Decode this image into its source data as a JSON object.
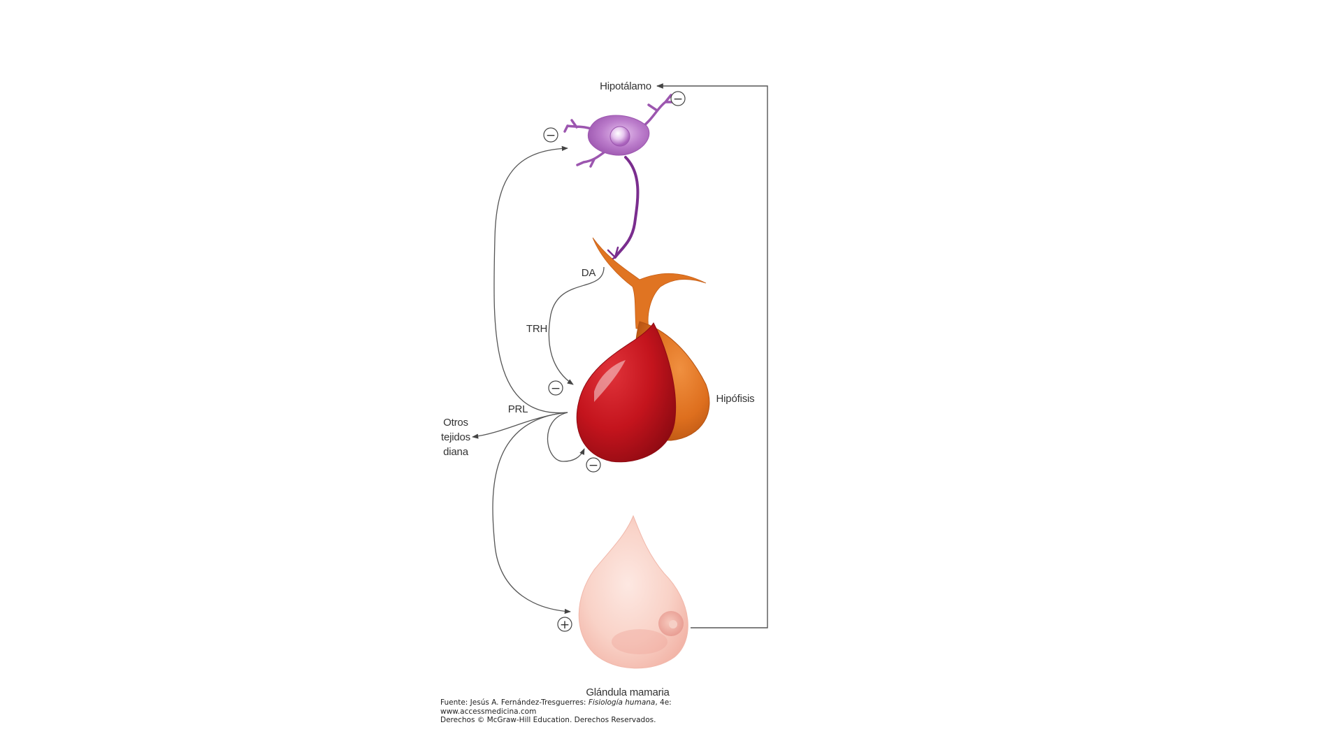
{
  "labels": {
    "hypothalamus": "Hipotálamo",
    "dopamine": "DA",
    "trh": "TRH",
    "prl": "PRL",
    "other_targets": [
      "Otros",
      "tejidos",
      "diana"
    ],
    "pituitary": "Hipófisis",
    "mammary_gland": "Glándula mamaria"
  },
  "signs": {
    "negative": "−",
    "positive": "+"
  },
  "caption": {
    "line1_prefix": "Fuente: Jesús A. Fernández-Tresguerres: ",
    "line1_book": "Fisiología humana",
    "line1_suffix": ", 4e:",
    "line2": "www.accessmedicina.com",
    "line3": "Derechos © McGraw-Hill Education. Derechos Reservados."
  },
  "colors": {
    "neuron": "#b06cc0",
    "axon": "#7a2d8e",
    "anterior_pituitary": "#c3151e",
    "posterior_pituitary": "#e07422",
    "mammary_gland": "#f8c9bd",
    "lines": "#444444"
  }
}
